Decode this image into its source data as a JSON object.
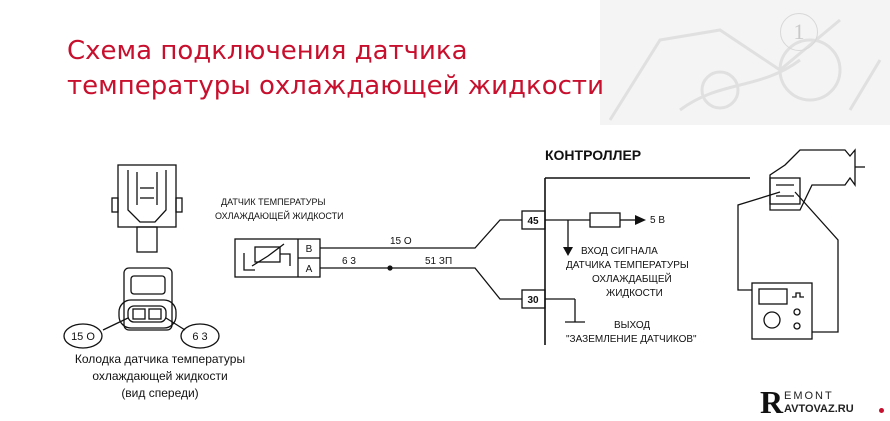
{
  "title": {
    "line1": "Схема подключения датчика",
    "line2": "температуры охлаждающей жидкости"
  },
  "slide_badge": "1",
  "connector_caption": {
    "line1": "Колодка датчика температуры",
    "line2": "охлаждающей жидкости",
    "line3": "(вид спереди)"
  },
  "connector_pins": {
    "left": "15 О",
    "right": "6 3"
  },
  "sensor_label": {
    "line1": "ДАТЧИК ТЕМПЕРАТУРЫ",
    "line2": "ОХЛАЖДАЮЩЕЙ ЖИДКОСТИ"
  },
  "sensor_pins": {
    "b": "В",
    "a": "А"
  },
  "wires": {
    "top": "15 О",
    "bottom_left": "6 3",
    "bottom_right": "51 ЗП"
  },
  "controller": {
    "title": "КОНТРОЛЛЕР",
    "pin_45": "45",
    "pin_30": "30",
    "supply": "5 В",
    "signal_input": [
      "ВХОД СИГНАЛА",
      "ДАТЧИКА ТЕМПЕРАТУРЫ",
      "ОХЛАЖДАБЩЕЙ",
      "ЖИДКОСТИ"
    ],
    "ground": [
      "ВЫХОД",
      "\"ЗАЗЕМЛЕНИЕ ДАТЧИКОВ\""
    ]
  },
  "logo": {
    "line1": "EMONT",
    "line2": "AVTOVAZ.RU",
    "letter": "R"
  },
  "accent_color": "#c8102e",
  "icons": [
    "ohmmeter-icon",
    "resistor-icon",
    "ground-icon",
    "sensor-probe-icon"
  ]
}
